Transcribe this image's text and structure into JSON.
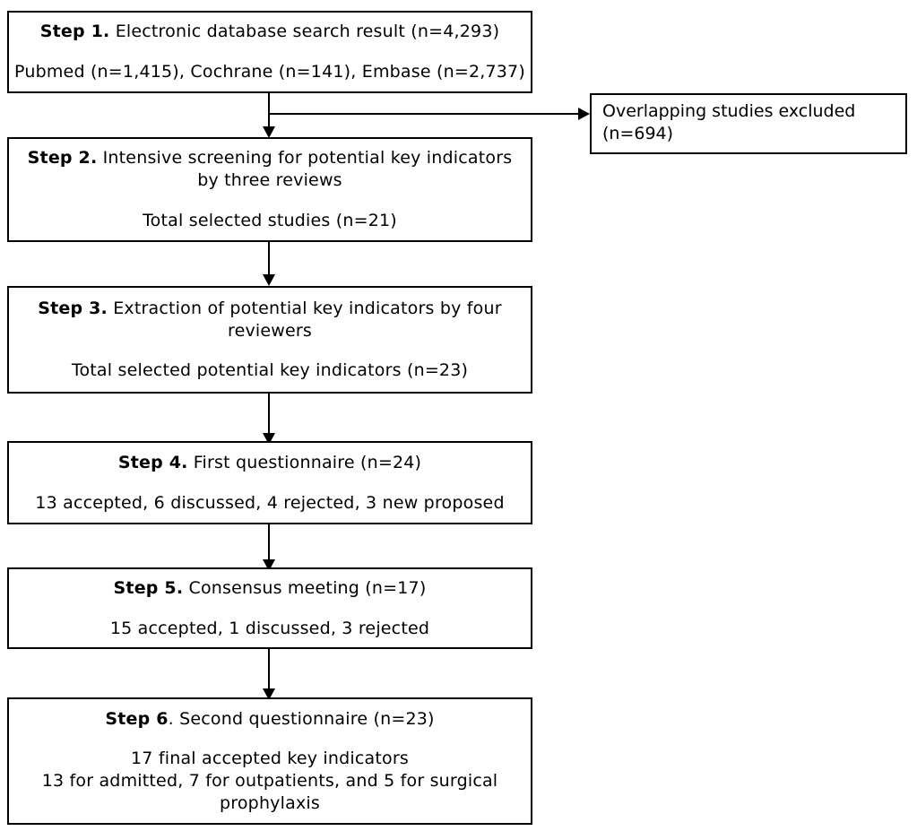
{
  "diagram": {
    "title": "Study selection and key indicator development flowchart",
    "type": "flowchart",
    "orientation": "top-to-bottom",
    "stroke_color": "#000000",
    "background_color": "#ffffff"
  },
  "nodes": {
    "step1": {
      "label_bold": "Step 1.",
      "line1_rest": " Electronic database search result (n=4,293)",
      "line2": "Pubmed (n=1,415), Cochrane (n=141), Embase (n=2,737)",
      "counts": {
        "total": 4293,
        "pubmed": 1415,
        "cochrane": 141,
        "embase": 2737
      }
    },
    "excluded": {
      "line1": "Overlapping studies excluded",
      "line2": "(n=694)",
      "count": 694
    },
    "step2": {
      "label_bold": "Step 2.",
      "line1_rest": " Intensive screening for potential key indicators",
      "line2": "by three reviews",
      "line3": "Total selected studies (n=21)",
      "counts": {
        "selected_studies": 21
      }
    },
    "step3": {
      "label_bold": "Step 3.",
      "line1_rest": " Extraction of potential key indicators by four",
      "line2": "reviewers",
      "line3": "Total selected potential key indicators (n=23)",
      "counts": {
        "potential_key_indicators": 23
      }
    },
    "step4": {
      "label_bold": "Step 4.",
      "line1_rest": " First questionnaire (n=24)",
      "line2": "13 accepted, 6 discussed, 4 rejected, 3 new proposed",
      "counts": {
        "total": 24,
        "accepted": 13,
        "discussed": 6,
        "rejected": 4,
        "new_proposed": 3
      }
    },
    "step5": {
      "label_bold": "Step 5.",
      "line1_rest": " Consensus meeting (n=17)",
      "line2": "15 accepted, 1 discussed, 3 rejected",
      "counts": {
        "total": 17,
        "accepted": 15,
        "discussed": 1,
        "rejected": 3
      }
    },
    "step6": {
      "label_bold": "Step 6",
      "line1_rest": ". Second questionnaire (n=23)",
      "line2": "17 final accepted key indicators",
      "line3": "13 for admitted, 7 for outpatients, and 5 for surgical",
      "line4": "prophylaxis",
      "counts": {
        "total": 23,
        "final_accepted": 17,
        "admitted": 13,
        "outpatients": 7,
        "surgical_prophylaxis": 5
      }
    }
  },
  "connectors": [
    {
      "name": "step1-to-step2",
      "kind": "arrow-down"
    },
    {
      "name": "step1-to-excluded",
      "kind": "arrow-right"
    },
    {
      "name": "step2-to-step3",
      "kind": "arrow-down"
    },
    {
      "name": "step3-to-step4",
      "kind": "arrow-down"
    },
    {
      "name": "step4-to-step5",
      "kind": "arrow-down"
    },
    {
      "name": "step5-to-step6",
      "kind": "arrow-down"
    }
  ]
}
